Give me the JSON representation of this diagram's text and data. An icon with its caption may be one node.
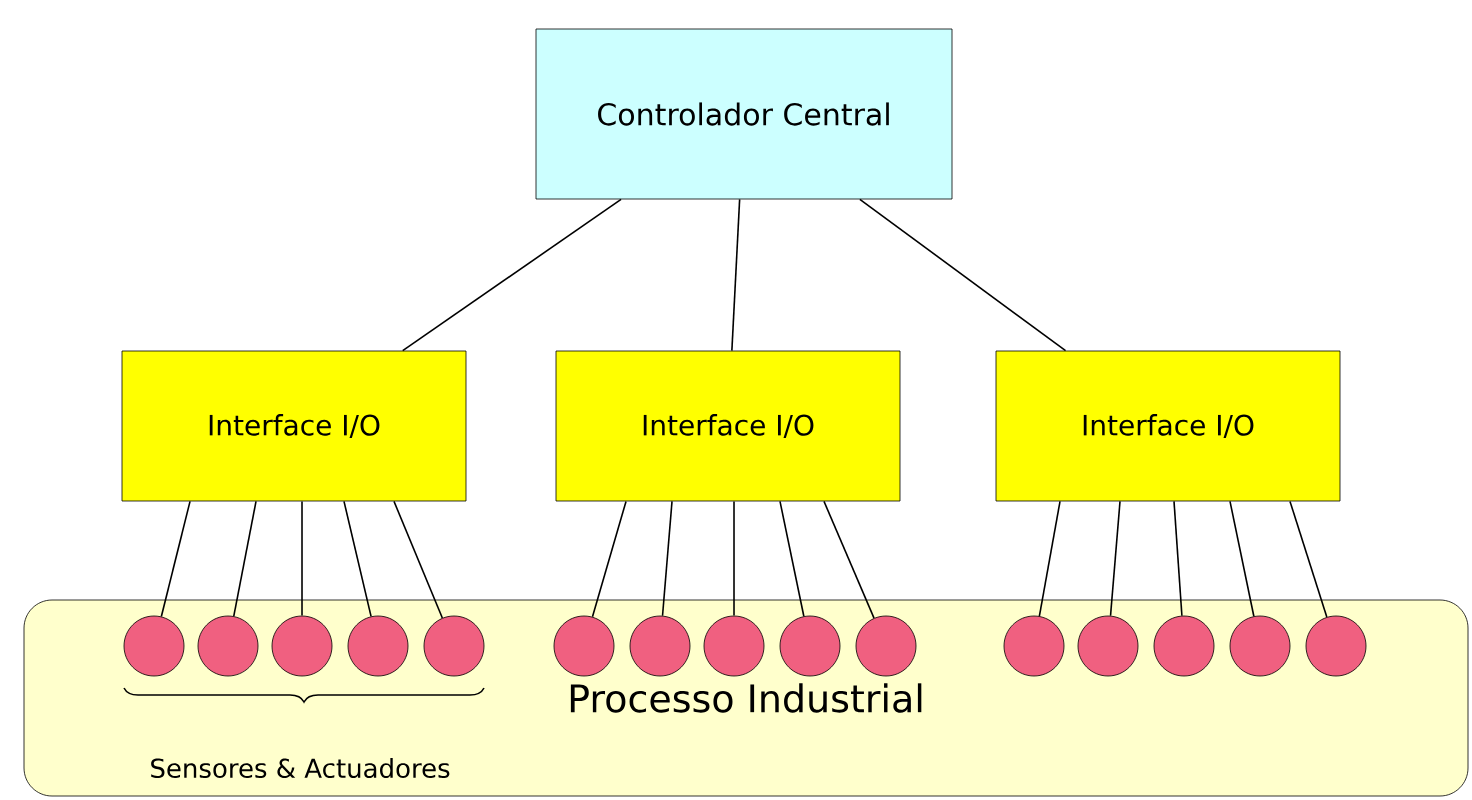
{
  "diagram": {
    "nodes": [
      {
        "text": [
          "Controlador Central"
        ]
      },
      {
        "text": [
          "Interface I/O"
        ]
      },
      {
        "text": [
          "Interface I/O"
        ]
      },
      {
        "text": [
          "Interface I/O"
        ]
      },
      {
        "text": [
          "Processo Industrial"
        ]
      },
      {
        "text": [],
        "shape": "circle",
        "in": 4
      },
      {
        "text": [],
        "shape": "circle",
        "in": 4
      },
      {
        "text": [],
        "shape": "circle",
        "in": 4
      },
      {
        "text": [],
        "shape": "circle",
        "in": 4
      },
      {
        "text": [],
        "shape": "circle",
        "in": 4
      },
      {
        "text": [],
        "shape": "circle",
        "in": 4
      },
      {
        "text": [],
        "shape": "circle",
        "in": 4
      },
      {
        "text": [],
        "shape": "circle",
        "in": 4
      },
      {
        "text": [],
        "shape": "circle",
        "in": 4
      },
      {
        "text": [],
        "shape": "circle",
        "in": 4
      },
      {
        "text": [],
        "shape": "circle",
        "in": 4
      },
      {
        "text": [],
        "shape": "circle",
        "in": 4
      },
      {
        "text": [],
        "shape": "circle",
        "in": 4
      },
      {
        "text": [],
        "shape": "circle",
        "in": 4
      },
      {
        "text": [],
        "shape": "circle",
        "in": 4
      }
    ],
    "edges": [
      {
        "from": 0,
        "to": 1,
        "arrow": "none"
      },
      {
        "from": 0,
        "to": 2,
        "arrow": "none"
      },
      {
        "from": 0,
        "to": 3,
        "arrow": "none"
      },
      {
        "from": 1,
        "to": 5,
        "arrow": "none"
      },
      {
        "from": 1,
        "to": 6,
        "arrow": "none"
      },
      {
        "from": 1,
        "to": 7,
        "arrow": "none"
      },
      {
        "from": 1,
        "to": 8,
        "arrow": "none"
      },
      {
        "from": 1,
        "to": 9,
        "arrow": "none"
      },
      {
        "from": 2,
        "to": 10,
        "arrow": "none"
      },
      {
        "from": 2,
        "to": 11,
        "arrow": "none"
      },
      {
        "from": 2,
        "to": 12,
        "arrow": "none"
      },
      {
        "from": 2,
        "to": 13,
        "arrow": "none"
      },
      {
        "from": 2,
        "to": 14,
        "arrow": "none"
      },
      {
        "from": 3,
        "to": 15,
        "arrow": "none"
      },
      {
        "from": 3,
        "to": 16,
        "arrow": "none"
      },
      {
        "from": 3,
        "to": 17,
        "arrow": "none"
      },
      {
        "from": 3,
        "to": 18,
        "arrow": "none"
      },
      {
        "from": 3,
        "to": 19,
        "arrow": "none"
      }
    ],
    "labels": [
      "Sensores & Actuadores"
    ]
  }
}
